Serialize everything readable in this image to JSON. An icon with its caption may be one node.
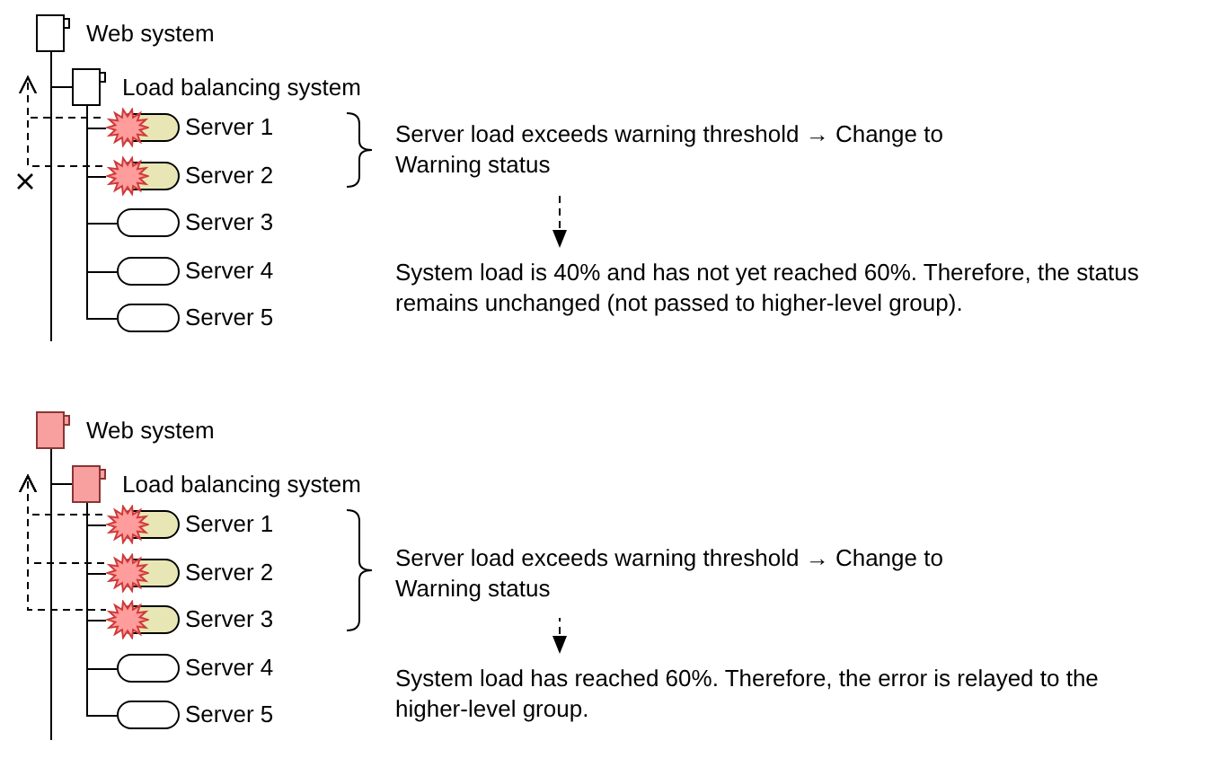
{
  "diagram": {
    "nodes": [
      {
        "text": [
          "Web system"
        ]
      },
      {
        "text": [
          "Load balancing system"
        ]
      },
      {
        "text": [
          "Server 1"
        ]
      },
      {
        "text": [
          "Server 2"
        ]
      },
      {
        "text": [
          "Server 3"
        ]
      },
      {
        "text": [
          "Server 4"
        ]
      },
      {
        "text": [
          "Server 5"
        ]
      },
      {
        "text": [
          "Server load exceeds warning threshold → Change to Warning status"
        ]
      },
      {
        "text": [
          "System load is 40% and has not yet reached 60%. Therefore, the status remains unchanged (not passed to higher-level group)."
        ]
      },
      {
        "text": [
          "Web system"
        ]
      },
      {
        "text": [
          "Load balancing system"
        ]
      },
      {
        "text": [
          "Server 1"
        ]
      },
      {
        "text": [
          "Server 2"
        ]
      },
      {
        "text": [
          "Server 3"
        ]
      },
      {
        "text": [
          "Server 4"
        ]
      },
      {
        "text": [
          "Server 5"
        ]
      },
      {
        "text": [
          "Server load exceeds warning threshold → Change to Warning status"
        ]
      },
      {
        "text": [
          "System load has reached 60%. Therefore, the error is relayed to the higher-level group."
        ]
      }
    ],
    "edges": [
      {
        "from": 0,
        "to": 1,
        "arrow": "none"
      },
      {
        "from": 1,
        "to": 2,
        "arrow": "none"
      },
      {
        "from": 1,
        "to": 3,
        "arrow": "none"
      },
      {
        "from": 1,
        "to": 4,
        "arrow": "none"
      },
      {
        "from": 1,
        "to": 5,
        "arrow": "none"
      },
      {
        "from": 1,
        "to": 6,
        "arrow": "none"
      },
      {
        "from": 2,
        "to": 0,
        "arrow": "to",
        "style": "dashed"
      },
      {
        "from": 3,
        "to": 0,
        "arrow": "to",
        "style": "dashed"
      },
      {
        "from": 7,
        "to": 8,
        "arrow": "to",
        "style": "dashed"
      },
      {
        "from": 9,
        "to": 10,
        "arrow": "none"
      },
      {
        "from": 10,
        "to": 11,
        "arrow": "none"
      },
      {
        "from": 10,
        "to": 12,
        "arrow": "none"
      },
      {
        "from": 10,
        "to": 13,
        "arrow": "none"
      },
      {
        "from": 10,
        "to": 14,
        "arrow": "none"
      },
      {
        "from": 10,
        "to": 15,
        "arrow": "none"
      },
      {
        "from": 11,
        "to": 9,
        "arrow": "to",
        "style": "dashed"
      },
      {
        "from": 12,
        "to": 9,
        "arrow": "to",
        "style": "dashed"
      },
      {
        "from": 13,
        "to": 9,
        "arrow": "to",
        "style": "dashed"
      },
      {
        "from": 16,
        "to": 17,
        "arrow": "to",
        "style": "dashed"
      }
    ]
  }
}
